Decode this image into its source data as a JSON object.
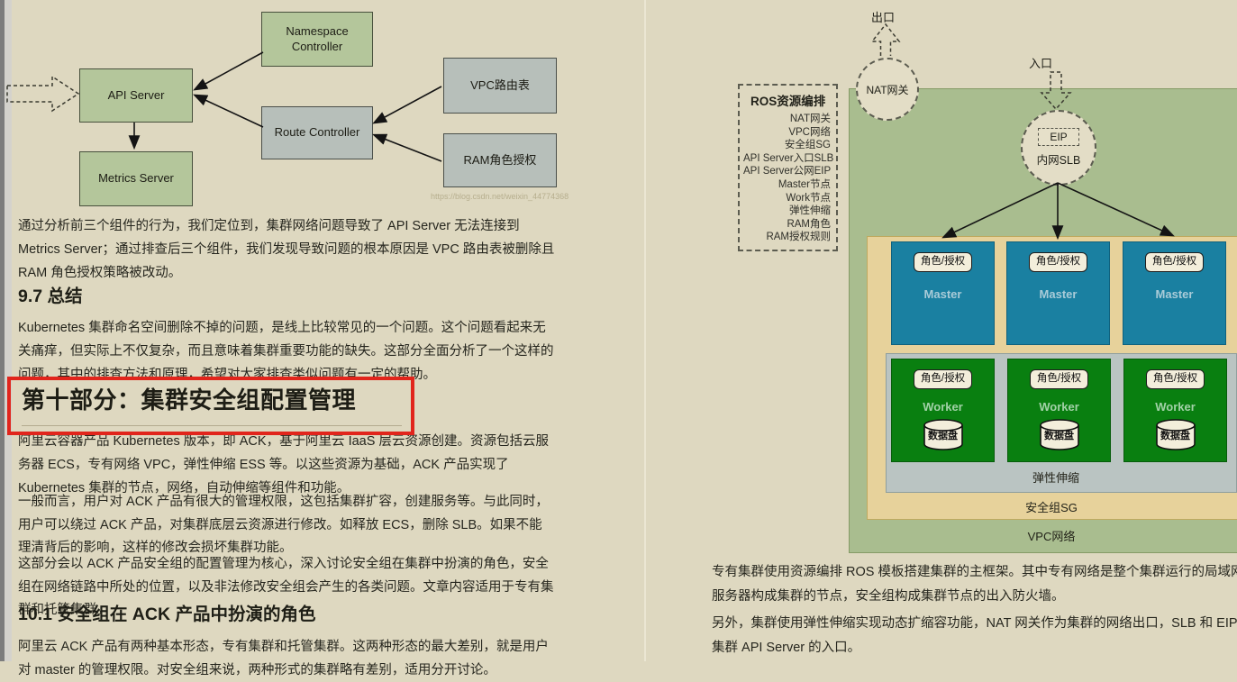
{
  "left_page": {
    "diagram": {
      "namespace_controller": "Namespace Controller",
      "api_server": "API Server",
      "route_controller": "Route Controller",
      "vpc_route_table": "VPC路由表",
      "ram_role_auth": "RAM角色授权",
      "metrics_server": "Metrics Server",
      "watermark": "https://blog.csdn.net/weixin_44774368"
    },
    "para_1": "通过分析前三个组件的行为，我们定位到，集群网络问题导致了 API Server 无法连接到 Metrics Server；通过排查后三个组件，我们发现导致问题的根本原因是 VPC 路由表被删除且 RAM 角色授权策略被改动。",
    "heading_97": "9.7 总结",
    "para_97": "Kubernetes 集群命名空间删除不掉的问题，是线上比较常见的一个问题。这个问题看起来无关痛痒，但实际上不仅复杂，而且意味着集群重要功能的缺失。这部分全面分析了一个这样的问题，其中的排查方法和原理，希望对大家排查类似问题有一定的帮助。",
    "heading_part10": "第十部分：集群安全组配置管理",
    "para_p10_1": "阿里云容器产品 Kubernetes 版本，即 ACK，基于阿里云 IaaS 层云资源创建。资源包括云服务器 ECS，专有网络 VPC，弹性伸缩 ESS 等。以这些资源为基础，ACK 产品实现了 Kubernetes 集群的节点，网络，自动伸缩等组件和功能。",
    "para_p10_2": "一般而言，用户对 ACK 产品有很大的管理权限，这包括集群扩容，创建服务等。与此同时，用户可以绕过 ACK 产品，对集群底层云资源进行修改。如释放 ECS，删除 SLB。如果不能理清背后的影响，这样的修改会损坏集群功能。",
    "para_p10_3": "这部分会以 ACK 产品安全组的配置管理为核心，深入讨论安全组在集群中扮演的角色，安全组在网络链路中所处的位置，以及非法修改安全组会产生的各类问题。文章内容适用于专有集群和托管集群。",
    "heading_101": "10.1 安全组在 ACK 产品中扮演的角色",
    "para_101": "阿里云 ACK 产品有两种基本形态，专有集群和托管集群。这两种形态的最大差别，就是用户对 master 的管理权限。对安全组来说，两种形式的集群略有差别，适用分开讨论。"
  },
  "right_page": {
    "diagram": {
      "exit_label": "出口",
      "entry_label": "入口",
      "nat_gateway": "NAT网关",
      "eip": "EIP",
      "intranet_slb": "内网SLB",
      "ros": {
        "title": "ROS资源编排",
        "items": [
          "NAT网关",
          "VPC网络",
          "安全组SG",
          "API Server入口SLB",
          "API Server公网EIP",
          "Master节点",
          "Work节点",
          "弹性伸缩",
          "RAM角色",
          "RAM授权规则"
        ]
      },
      "badge": "角色/授权",
      "master": "Master",
      "worker": "Worker",
      "data_disk": "数据盘",
      "scaling_label": "弹性伸缩",
      "security_group_label": "安全组SG",
      "vpc_label": "VPC网络"
    },
    "para_1": "专有集群使用资源编排 ROS 模板搭建集群的主框架。其中专有网络是整个集群运行的局域网，云服务器构成集群的节点，安全组构成集群节点的出入防火墙。",
    "para_2": "另外，集群使用弹性伸缩实现动态扩缩容功能，NAT 网关作为集群的网络出口，SLB 和 EIP 实现集群 API Server 的入口。"
  },
  "colors": {
    "page_bg": "#ded8c0",
    "red_highlight_box": "#e1251c",
    "green_node": "#b4c69b",
    "gray_node": "#b7bfba",
    "master_box": "#1a80a1",
    "worker_box": "#097f10",
    "vpc_bg": "#a9bd8f",
    "security_group_bg": "#e7d29b",
    "scaling_bg": "#bac4c2",
    "badge_bg": "#f3eedb"
  }
}
